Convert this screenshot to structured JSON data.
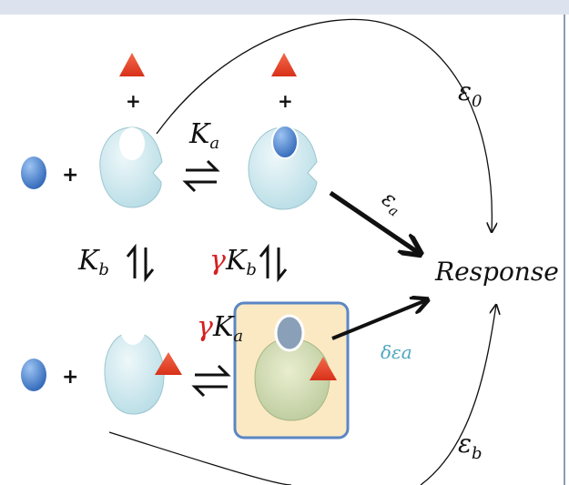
{
  "colors": {
    "top_band": "#dde3ee",
    "frame": "#8c9bb4",
    "receptor_body": "#c9e6ec",
    "receptor_edge": "#9cc6d0",
    "receptor_active_body": "#cfdcb0",
    "ligand_a": "#3f7fd0",
    "ligand_b": "#e03a22",
    "highlight_box_fill": "#fbe9c4",
    "highlight_box_stroke": "#5a86c4",
    "gamma_color": "#d42020",
    "delta_color": "#4aa6bd",
    "text": "#111111"
  },
  "labels": {
    "Ka": {
      "main": "K",
      "sub": "a"
    },
    "Kb": {
      "main": "K",
      "sub": "b"
    },
    "gammaKb": {
      "gamma": "γ",
      "main": "K",
      "sub": "b"
    },
    "gammaKa": {
      "gamma": "γ",
      "main": "K",
      "sub": "a"
    },
    "eps0": {
      "main": "ε",
      "sub": "0"
    },
    "epsa": {
      "main": "ε",
      "sub": "a"
    },
    "epsb": {
      "main": "ε",
      "sub": "b"
    },
    "delta_epsa": {
      "delta": "δ",
      "main": "ε",
      "sub": "a"
    },
    "response": "Response",
    "plus": "+"
  },
  "icons": {
    "equilibrium": "equilibrium-arrows-icon",
    "ligand_a": "blue-oval-ligand-icon",
    "ligand_b": "red-triangle-ligand-icon",
    "receptor": "receptor-cup-icon"
  }
}
